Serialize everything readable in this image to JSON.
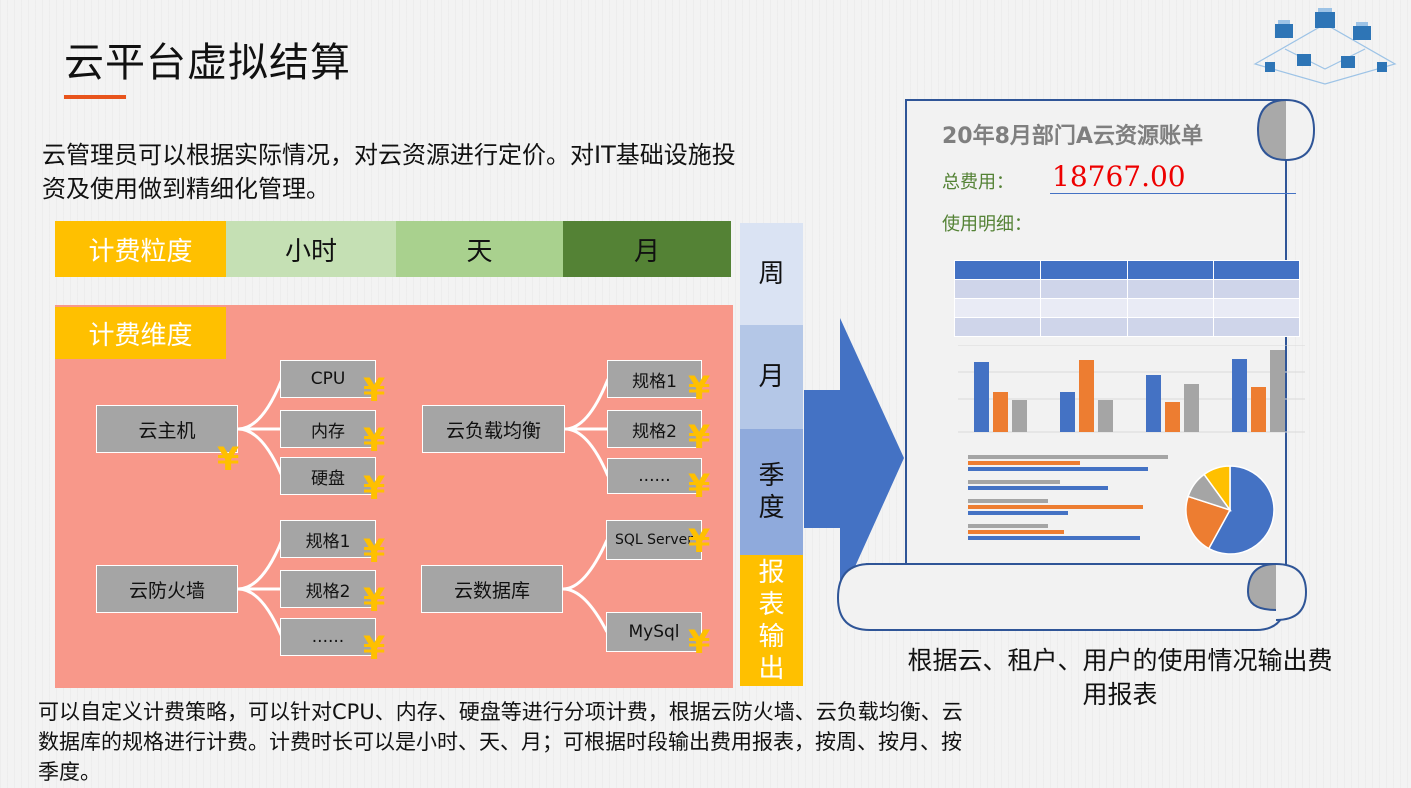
{
  "title": "云平台虚拟结算",
  "intro": "云管理员可以根据实际情况，对云资源进行定价。对IT基础设施投资及使用做到精细化管理。",
  "granularity": {
    "label": "计费粒度",
    "options": [
      "小时",
      "天",
      "月"
    ]
  },
  "periods": [
    "周",
    "月",
    "季度",
    "报表输出"
  ],
  "dimension": {
    "label": "计费维度",
    "groups": [
      {
        "name": "云主机",
        "items": [
          "CPU",
          "内存",
          "硬盘"
        ]
      },
      {
        "name": "云负载均衡",
        "items": [
          "规格1",
          "规格2",
          "......"
        ]
      },
      {
        "name": "云防火墙",
        "items": [
          "规格1",
          "规格2",
          "......"
        ]
      },
      {
        "name": "云数据库",
        "items": [
          "SQL Server",
          "MySql"
        ]
      }
    ],
    "currency_symbol": "¥"
  },
  "bill": {
    "title": "20年8月部门A云资源账单",
    "total_label": "总费用：",
    "total_value": "18767.00",
    "detail_label": "使用明细："
  },
  "caption_right": "根据云、租户、用户的使用情况输出费用报表",
  "caption_bottom": "可以自定义计费策略，可以针对CPU、内存、硬盘等进行分项计费，根据云防火墙、云负载均衡、云数据库的规格进行计费。计费时长可以是小时、天、月；可根据时段输出费用报表，按周、按月、按季度。",
  "colors": {
    "accent": "#ffc000",
    "panel": "#f8988a",
    "arrow": "#4472c4",
    "title_underline": "#e8541c",
    "total": "#ee0000"
  },
  "mini_chart": {
    "bar_groups": [
      [
        70,
        40,
        32
      ],
      [
        40,
        72,
        32
      ],
      [
        57,
        30,
        48
      ],
      [
        73,
        45,
        82
      ]
    ],
    "hbar_groups": [
      [
        200,
        112,
        180
      ],
      [
        92,
        140
      ],
      [
        80,
        175,
        100
      ],
      [
        80,
        96,
        172
      ]
    ],
    "pie": [
      58,
      22,
      10,
      10
    ],
    "colors": [
      "#4472c4",
      "#ed7d31",
      "#a5a5a5",
      "#ffc000"
    ]
  }
}
